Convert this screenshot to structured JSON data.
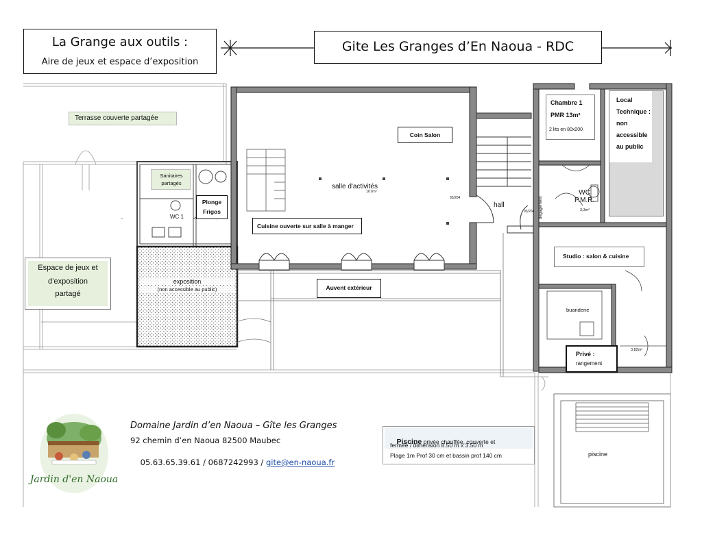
{
  "header": {
    "left_title": "La Grange aux outils :",
    "left_subtitle": "Aire de jeux et espace d’exposition",
    "main_title": "Gite Les Granges d’En Naoua - RDC"
  },
  "rooms": {
    "terrasse": "Terrasse couverte partagée",
    "sanitaires": "Sanitaires partagés",
    "wc1": "WC 1",
    "plonge": "Plonge",
    "frigos": "Frigos",
    "cuisine": "Cuisine ouverte sur salle à manger",
    "coin_salon": "Coin Salon",
    "salle_activites": "salle d'activités",
    "salle_area": "107m²",
    "hall": "hall",
    "degagement": "dégagement",
    "chambre_title": "Chambre 1",
    "chambre_pmr": "PMR 13m²",
    "chambre_lits": "2 lits en 80x200",
    "wc_pmr_1": "WC",
    "wc_pmr_2": "P.M.R.",
    "wc_pmr_area": "3,3m²",
    "local_tech_1": "Local",
    "local_tech_2": "Technique :",
    "local_tech_3": "non",
    "local_tech_4": "accessible",
    "local_tech_5": "au public",
    "studio": "Studio : salon & cuisine",
    "buanderie": "buanderie",
    "prive_1": "Privé :",
    "prive_2": "rangement",
    "prive_area": "3,82m²",
    "espace_jeux_1": "Espace de jeux et",
    "espace_jeux_2": "d’exposition",
    "espace_jeux_3": "partagé",
    "exposition": "exposition",
    "exposition_note": "(non accessible au public)",
    "auvent": "Auvent extérieur",
    "piscine": "piscine",
    "door_code_1": "93/204",
    "door_code_2": "93/204"
  },
  "contact": {
    "name": "Domaine Jardin d’en Naoua – Gîte les Granges",
    "address": "92 chemin d’en Naoua 82500 Maubec",
    "phones": "05.63.65.39.61 / 0687242993 / ",
    "email": "gite@en-naoua.fr"
  },
  "logo": {
    "text": "Jardin d'en Naoua"
  },
  "pool_info": {
    "title": "Piscine",
    "line1": " privée chauffée, couverte et",
    "line2": "fermée / dimension 8.50 m x 3.50 m",
    "line3": "Plage 1m Prof 30 cm et bassin prof 140 cm"
  },
  "colors": {
    "label_green": "#e6f0dc",
    "wall": "#6e6e6e",
    "hatch": "#555555",
    "link": "#1f4ea8",
    "local_grey": "#d9d9d9"
  }
}
